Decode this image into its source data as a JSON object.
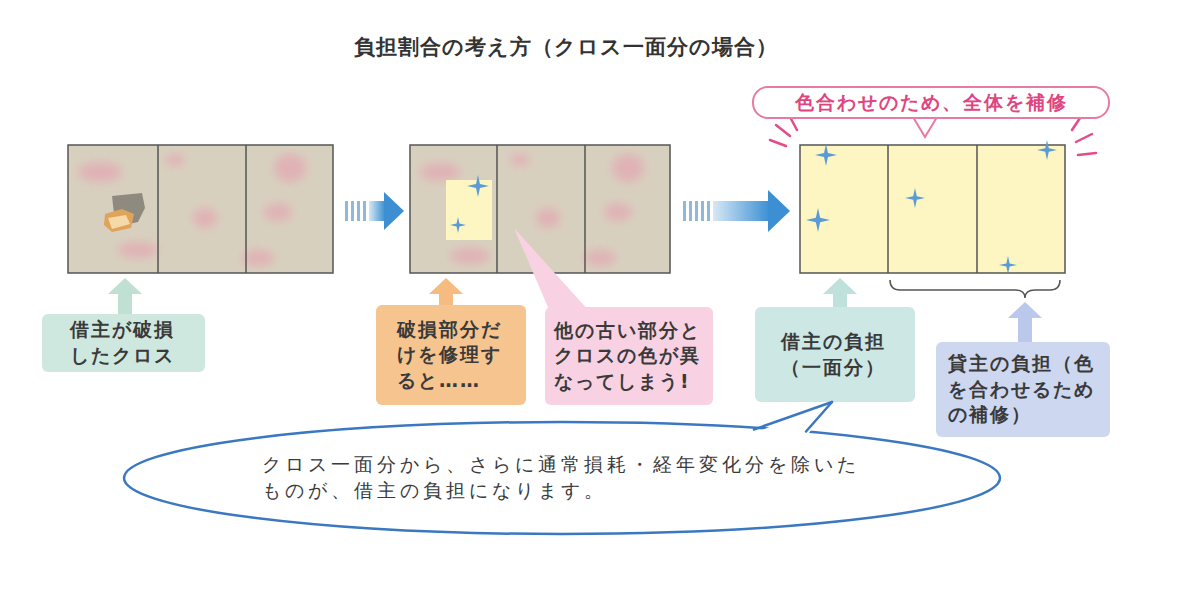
{
  "diagram": {
    "title": "負担割合の考え方（クロス一面分の場合）",
    "nodes": [
      {
        "text": [
          "借主が破損したクロス"
        ]
      },
      {
        "text": [
          "破損部分だけを修理すると……"
        ]
      },
      {
        "text": [
          "他の古い部分とクロスの色が異なってしまう!"
        ]
      },
      {
        "text": [
          "色合わせのため、全体を補修"
        ]
      },
      {
        "text": [
          "借主の負担（一面分）"
        ]
      },
      {
        "text": [
          "貸主の負担（色を合わせるための補修）"
        ]
      },
      {
        "text": [
          "クロス一面分から、さらに通常損耗・経年変化分を除いたものが、借主の負担になります。"
        ]
      }
    ]
  }
}
